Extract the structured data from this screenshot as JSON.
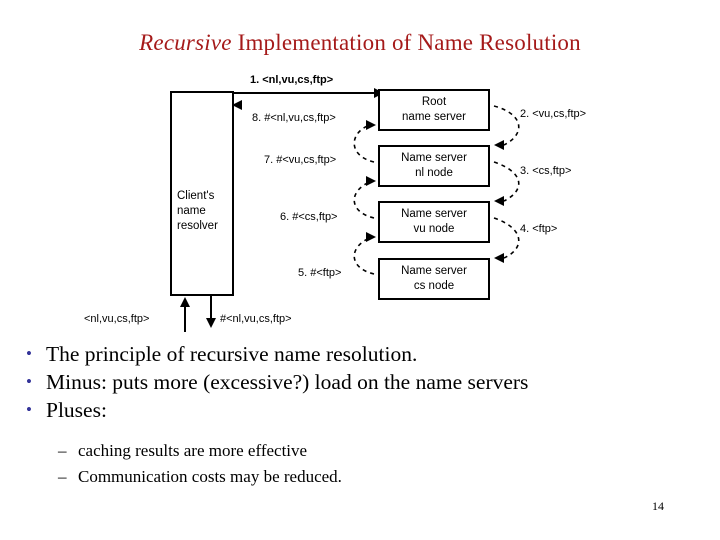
{
  "slide": {
    "title_italic": "Recursive",
    "title_rest": " Implementation of Name Resolution",
    "page_number": "14"
  },
  "diagram": {
    "client_box": {
      "line1": "Client's",
      "line2": "name",
      "line3": "resolver"
    },
    "servers": [
      {
        "line1": "Root",
        "line2": "name server"
      },
      {
        "line1": "Name server",
        "line2": "nl node"
      },
      {
        "line1": "Name server",
        "line2": "vu node"
      },
      {
        "line1": "Name server",
        "line2": "cs node"
      }
    ],
    "messages": {
      "m1": "1. <nl,vu,cs,ftp>",
      "m2": "2. <vu,cs,ftp>",
      "m3": "3. <cs,ftp>",
      "m4": "4. <ftp>",
      "m5": "5. #<ftp>",
      "m6": "6. #<cs,ftp>",
      "m7": "7. #<vu,cs,ftp>",
      "m8": "8. #<nl,vu,cs,ftp>"
    },
    "bottom": {
      "in_label": "<nl,vu,cs,ftp>",
      "out_label": "#<nl,vu,cs,ftp>"
    }
  },
  "bullets": [
    {
      "mark": "•",
      "text": "The principle of recursive name resolution."
    },
    {
      "mark": "•",
      "text": "Minus: puts more (excessive?) load on the name servers"
    },
    {
      "mark": "•",
      "text": "Pluses:"
    }
  ],
  "sub_bullets": [
    {
      "mark": "–",
      "text": "caching results are more effective"
    },
    {
      "mark": "–",
      "text": "Communication costs may be reduced."
    }
  ],
  "colors": {
    "title": "#A51A1A",
    "bullet_mark": "#333399",
    "ink": "#000000",
    "background": "#FFFFFF"
  }
}
